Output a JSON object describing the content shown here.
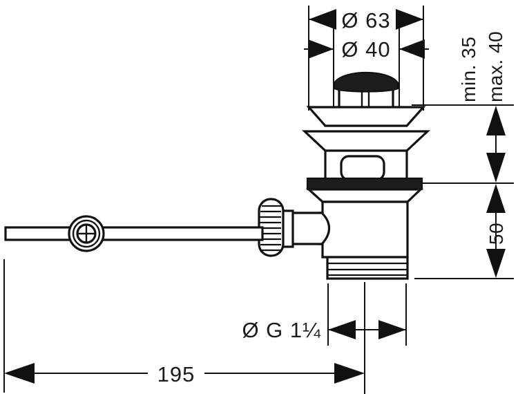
{
  "drawing": {
    "title": "Pop-up waste drain valve technical dimension drawing",
    "units": "mm",
    "line_color": "#111111",
    "background_color": "#ffffff"
  },
  "dimensions": {
    "diameter_outer": {
      "label": "Ø 63",
      "value": 63,
      "symbol": "Ø",
      "orientation": "horizontal",
      "position": "top"
    },
    "diameter_inner": {
      "label": "Ø 40",
      "value": 40,
      "symbol": "Ø",
      "orientation": "horizontal",
      "position": "top"
    },
    "height_min": {
      "label": "min. 35",
      "value": 35,
      "qualifier": "min.",
      "orientation": "vertical",
      "position": "right"
    },
    "height_max": {
      "label": "max. 40",
      "value": 40,
      "qualifier": "max.",
      "orientation": "vertical",
      "position": "right"
    },
    "height_lower": {
      "label": "50",
      "value": 50,
      "orientation": "vertical",
      "position": "right"
    },
    "thread_size": {
      "label": "Ø G 1¼",
      "value": "G 1 1/4",
      "symbol": "Ø",
      "orientation": "horizontal",
      "position": "bottom"
    },
    "rod_length": {
      "label": "195",
      "value": 195,
      "orientation": "horizontal",
      "position": "bottom"
    }
  },
  "parts": [
    {
      "name": "push-cap",
      "description": "Dark domed push button cap"
    },
    {
      "name": "upper-flange",
      "description": "Upper sealing flange"
    },
    {
      "name": "lower-flange",
      "description": "Lower washer flange"
    },
    {
      "name": "valve-body",
      "description": "Main valve body with overflow slot"
    },
    {
      "name": "overflow-slot",
      "description": "Rounded rectangular overflow opening"
    },
    {
      "name": "gasket",
      "description": "Dark sealing gasket ring"
    },
    {
      "name": "threaded-shank",
      "description": "G 1 1/4 threaded outlet shank"
    },
    {
      "name": "knurled-nut",
      "description": "Knurled lock nut on pull rod housing"
    },
    {
      "name": "pull-rod",
      "description": "Horizontal pull rod"
    },
    {
      "name": "pivot-screw",
      "description": "Circular pivot / adjusting screw"
    }
  ]
}
